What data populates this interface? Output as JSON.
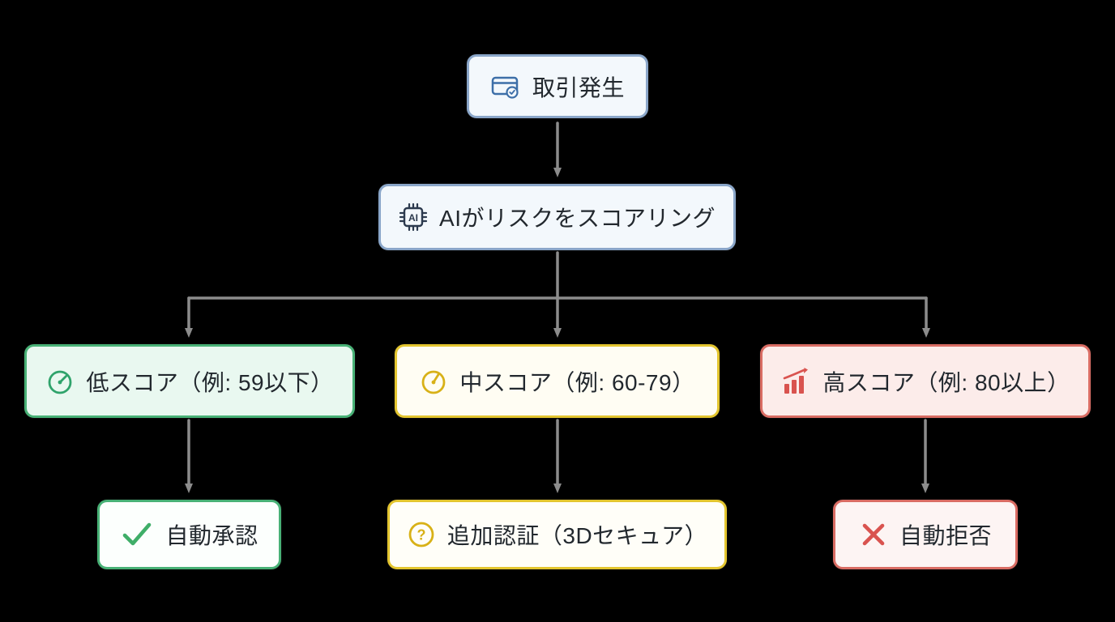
{
  "diagram": {
    "nodes": {
      "transaction": {
        "label": "取引発生"
      },
      "ai_scoring": {
        "label": "AIがリスクをスコアリング",
        "chip_label": "AI"
      },
      "low_score": {
        "label": "低スコア（例: 59以下）"
      },
      "mid_score": {
        "label": "中スコア（例: 60-79）"
      },
      "high_score": {
        "label": "高スコア（例: 80以上）"
      },
      "auto_approve": {
        "label": "自動承認"
      },
      "additional_auth": {
        "label": "追加認証（3Dセキュア）",
        "icon_glyph": "?"
      },
      "auto_reject": {
        "label": "自動拒否"
      }
    },
    "edges": [
      {
        "from": "transaction",
        "to": "ai_scoring"
      },
      {
        "from": "ai_scoring",
        "to": "low_score"
      },
      {
        "from": "ai_scoring",
        "to": "mid_score"
      },
      {
        "from": "ai_scoring",
        "to": "high_score"
      },
      {
        "from": "low_score",
        "to": "auto_approve"
      },
      {
        "from": "mid_score",
        "to": "additional_auth"
      },
      {
        "from": "high_score",
        "to": "auto_reject"
      }
    ],
    "colors": {
      "background": "#000000",
      "arrow": "#8c8c8c",
      "blue_border": "#8aa6c9",
      "blue_bg": "#f3f8fc",
      "blue_icon": "#3d6fa8",
      "chip_icon": "#2c3a4e",
      "green_border": "#48b176",
      "green_bg": "#e9f8f0",
      "green_icon": "#2fa36b",
      "yellow_border": "#e3c52f",
      "yellow_bg": "#fffdf3",
      "yellow_icon": "#d8b117",
      "red_border": "#d96c63",
      "red_bg": "#fcecea",
      "red_icon": "#d9534f",
      "text": "#22282e"
    }
  }
}
